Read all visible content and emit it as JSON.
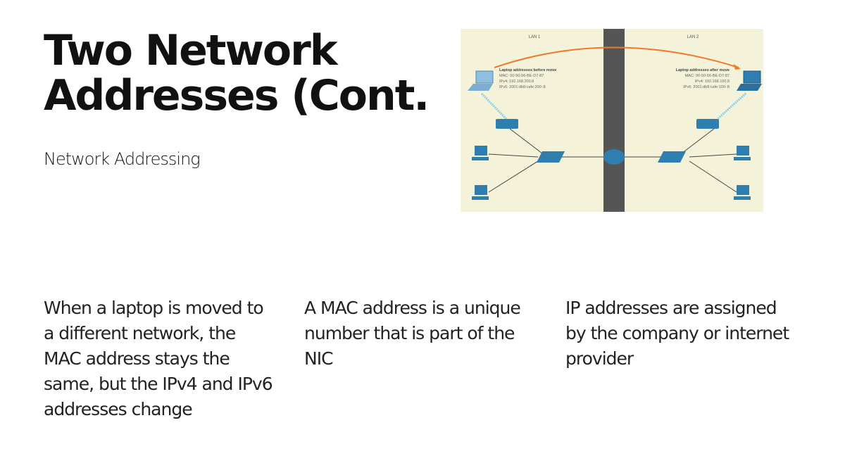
{
  "slide": {
    "title": "Two Network Addresses (Cont.",
    "subtitle": "Network Addressing",
    "columns": [
      "When a laptop is moved to a different network, the MAC address stays the same, but the IPv4 and IPv6 addresses change",
      "A MAC address is a unique number that is part of the NIC",
      "IP addresses are assigned by the company or internet provider"
    ]
  },
  "diagram": {
    "lan1": "LAN 1",
    "lan2": "LAN 2",
    "before": {
      "heading": "Laptop addresses before move",
      "mac": "MAC: 00-50-56-BE-D7-87",
      "ipv4": "IPv4: 192.168.200.8",
      "ipv6": "IPv6: 2001:db8:cafe:200::8"
    },
    "after": {
      "heading": "Laptop addresses after move",
      "mac": "MAC: 00-50-56-BE-D7-87",
      "ipv4": "IPv4: 192.168.100.8",
      "ipv6": "IPv6: 2001:db8:cafe:100::8"
    },
    "colors": {
      "background": "#f4f2d8",
      "divider": "#555555",
      "arrow": "#f07a2a",
      "device": "#2e7fb0"
    }
  }
}
